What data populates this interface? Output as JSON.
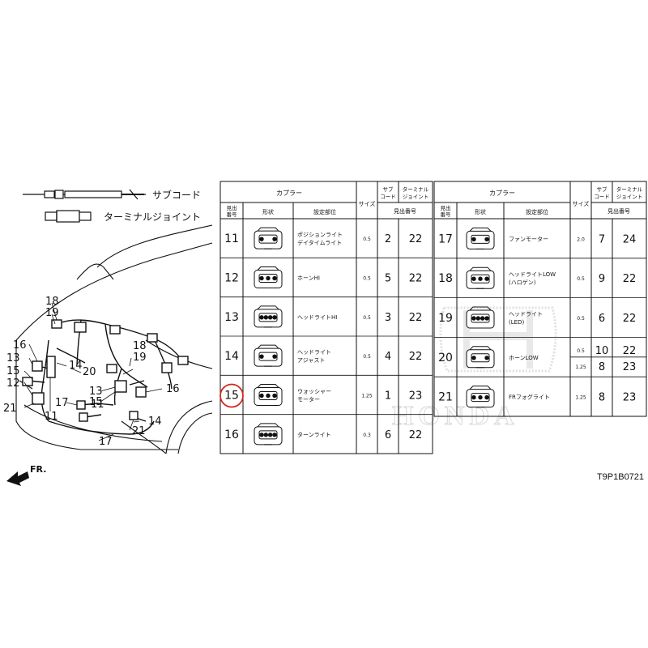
{
  "legend": {
    "sub_cord": "サブコード",
    "terminal_joint": "ターミナルジョイント"
  },
  "direction_label": "FR.",
  "drawing_code": "T9P1B0721",
  "brand_watermark": "HONDA",
  "callouts": {
    "c18": "18",
    "c19": "19",
    "c16": "16",
    "c13": "13",
    "c15": "15",
    "c12": "12",
    "c21a": "21",
    "c11a": "11",
    "c14a": "14",
    "c20": "20",
    "c17a": "17",
    "c11b": "11",
    "c18b": "18",
    "c19b": "19",
    "c16b": "16",
    "c13b": "13",
    "c15b": "15",
    "c14b": "14",
    "c21b": "21",
    "c17b": "17"
  },
  "table_headers": {
    "coupler": "カプラー",
    "ref_no": [
      "見出",
      "番号"
    ],
    "shape": "形状",
    "location": "設定部位",
    "size": "サイズ",
    "sub_cord": [
      "サブ",
      "コード"
    ],
    "terminal_joint": [
      "ターミナル",
      "ジョイント"
    ],
    "ref_no2": "見出番号"
  },
  "left_rows": [
    {
      "no": "11",
      "name": [
        "ポジションライト",
        "デイタイムライト"
      ],
      "size": "0.5",
      "sub": "2",
      "joint": "22"
    },
    {
      "no": "12",
      "name": [
        "ホーンHI"
      ],
      "size": "0.5",
      "sub": "5",
      "joint": "22"
    },
    {
      "no": "13",
      "name": [
        "ヘッドライトHI"
      ],
      "size": "0.5",
      "sub": "3",
      "joint": "22"
    },
    {
      "no": "14",
      "name": [
        "ヘッドライト",
        "アジャスト"
      ],
      "size": "0.5",
      "sub": "4",
      "joint": "22"
    },
    {
      "no": "15",
      "name": [
        "ウォッシャー",
        "モーター"
      ],
      "size": "1.25",
      "sub": "1",
      "joint": "23"
    },
    {
      "no": "16",
      "name": [
        "ターンライト"
      ],
      "size": "0.3",
      "sub": "6",
      "joint": "22"
    }
  ],
  "right_rows": [
    {
      "no": "17",
      "name": [
        "ファンモーター"
      ],
      "size": "2.0",
      "sub": "7",
      "joint": "24",
      "split": false
    },
    {
      "no": "18",
      "name": [
        "ヘッドライトLOW",
        "(ハロゲン)"
      ],
      "size": "0.5",
      "sub": "9",
      "joint": "22",
      "split": false
    },
    {
      "no": "19",
      "name": [
        "ヘッドライト",
        "(LED)"
      ],
      "size": "0.5",
      "sub": "6",
      "joint": "22",
      "split": false
    },
    {
      "no": "20",
      "name": [
        "ホーンLOW"
      ],
      "split": true,
      "size_a": "0.5",
      "sub_a": "10",
      "joint_a": "22",
      "size_b": "1.25",
      "sub_b": "8",
      "joint_b": "23"
    },
    {
      "no": "21",
      "name": [
        "FRフォグライト"
      ],
      "size": "1.25",
      "sub": "8",
      "joint": "23",
      "split": false
    }
  ],
  "highlight_row": "15",
  "colors": {
    "line": "#111111",
    "highlight_circle": "#d0281e",
    "watermark": "#c8c8c8"
  }
}
